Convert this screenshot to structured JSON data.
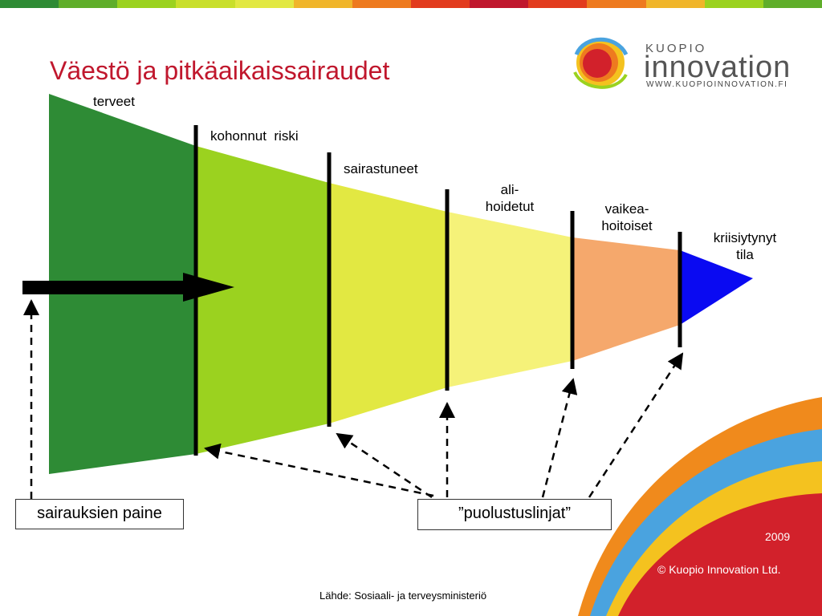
{
  "title": "Väestö ja pitkäaikaissairaudet",
  "logo": {
    "kuopio": "KUOPIO",
    "innovation": "innovation",
    "url": "WWW.KUOPIOINNOVATION.FI"
  },
  "stages": [
    {
      "label": "terveet",
      "color": "#2e8b35"
    },
    {
      "label": "kohonnut  riski",
      "color": "#9bd21f"
    },
    {
      "label": "sairastuneet",
      "color": "#e2e842"
    },
    {
      "label": "ali-\nhoidetut",
      "color": "#f5f279"
    },
    {
      "label": "vaikea-\nhoitoiset",
      "color": "#f5a86c"
    },
    {
      "label": "kriisiytynyt\ntila",
      "color": "#0a0af2"
    }
  ],
  "pressure_box": "sairauksien paine",
  "defense_box": "”puolustuslinjat”",
  "year": "2009",
  "copyright": "© Kuopio Innovation Ltd.",
  "source": "Lähde: Sosiaali- ja terveysministeriö"
}
